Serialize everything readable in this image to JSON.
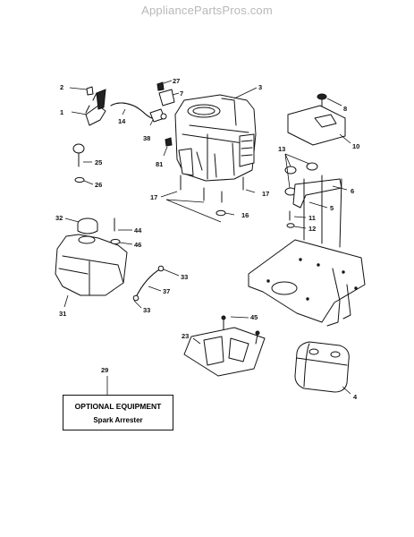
{
  "watermark": "AppliancePartsPros.com",
  "part_labels": {
    "p1": "1",
    "p2": "2",
    "p3": "3",
    "p4": "4",
    "p5": "5",
    "p6": "6",
    "p7": "7",
    "p8": "8",
    "p10": "10",
    "p11": "11",
    "p12": "12",
    "p13": "13",
    "p14": "14",
    "p16": "16",
    "p17a": "17",
    "p17b": "17",
    "p23": "23",
    "p25": "25",
    "p26": "26",
    "p27": "27",
    "p29": "29",
    "p31": "31",
    "p32": "32",
    "p33a": "33",
    "p33b": "33",
    "p37": "37",
    "p38": "38",
    "p44": "44",
    "p45": "45",
    "p46": "46",
    "p81": "81"
  },
  "optional_box": {
    "title": "OPTIONAL EQUIPMENT",
    "subtitle": "Spark Arrester"
  }
}
